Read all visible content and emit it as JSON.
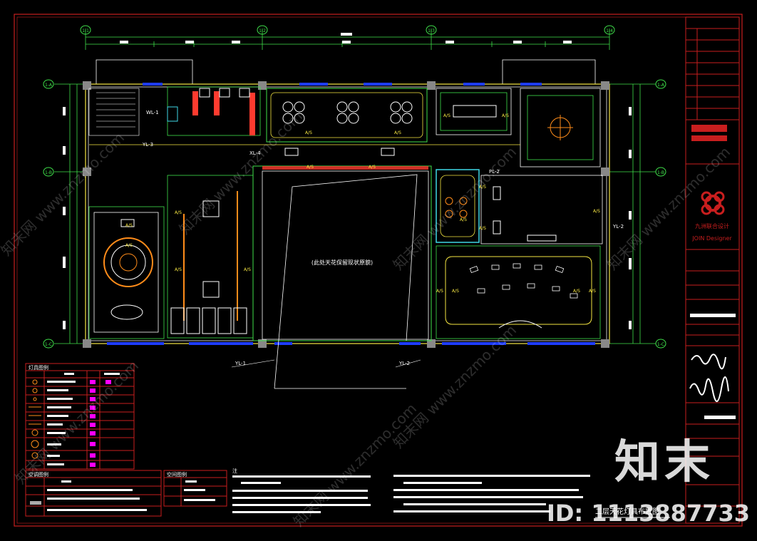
{
  "colors": {
    "background": "#000000",
    "frame": "#c81e1e",
    "wall": "#f2f2f2",
    "window": "#1e3cff",
    "ceiling_green": "#3fe04a",
    "ceiling_yellow": "#f5e642",
    "light_orange": "#ff8c1a",
    "legend_magenta": "#ff00ff",
    "cyan": "#3fd7e6"
  },
  "grid_axes": {
    "top": [
      "1-1",
      "1-2",
      "1-3",
      "1-4"
    ],
    "left": [
      "1-A",
      "1-B",
      "1-C"
    ],
    "right": [
      "1-A",
      "1-B",
      "1-C"
    ]
  },
  "room_tags": [
    "A/S",
    "A/S",
    "A/S",
    "A/S",
    "A/S",
    "A/S",
    "A/S",
    "A/S",
    "A/S",
    "A/S",
    "A/S",
    "A/S",
    "A/S",
    "A/S",
    "A/S",
    "A/S",
    "A/S",
    "A/S",
    "A/S"
  ],
  "riser_labels": {
    "wl1": "WL-1",
    "yl3": "YL-3",
    "xl4": "XL-4",
    "pl2": "PL-2",
    "yl2a": "YL-2",
    "yl1": "YL-1",
    "yl2b": "YL-2"
  },
  "center_note": "(此处天花保留现状原貌)",
  "legend_lighting": {
    "title": "灯具图例"
  },
  "legend_ac": {
    "title": "空调图例"
  },
  "legend_space": {
    "title": "空间图例"
  },
  "notes_heading": "注",
  "drawing_title": "二层天花灯具布置图",
  "title_block": {
    "logo_text": "九洲联合设计",
    "logo_sub": "JOIN Designer"
  },
  "watermarks": {
    "site_tile": "知末网 www.znzmo.com",
    "brand": "知末",
    "id": "ID: 1113887733"
  }
}
